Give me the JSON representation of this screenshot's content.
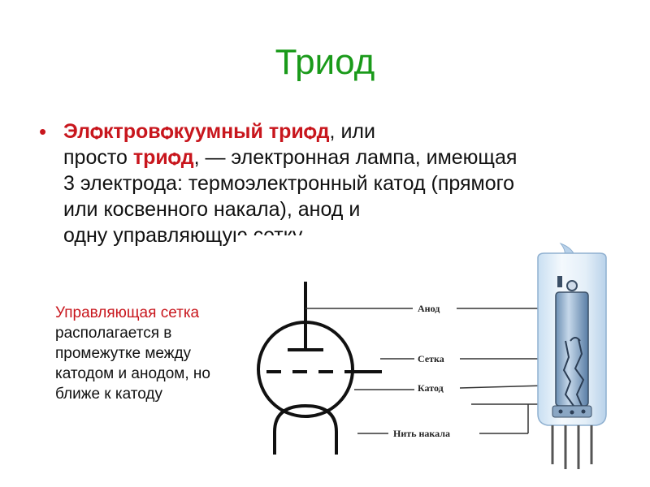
{
  "slide": {
    "title": "Триод",
    "bullet": {
      "term1": "Элѻктровѻкуумный триѻд",
      "text1": ", или",
      "text2_pre": "просто ",
      "term2": "триѻд",
      "text2_post": ", — электронная лампа, имеющая",
      "line3": "3 электрода: термоэлектронный катод (прямого",
      "line4": "или косвенного накала), анод и",
      "line5": "одну управляющую сетку"
    },
    "note": {
      "term": "Управляющая сетка",
      "text": "располагается в промежутке между катодом и анодом, но ближе к катоду"
    },
    "labels": {
      "anode": "Анод",
      "grid": "Сетка",
      "cathode": "Катод",
      "filament": "Нить накала"
    },
    "colors": {
      "title": "#1a9a1a",
      "accent": "#c8161d"
    }
  }
}
